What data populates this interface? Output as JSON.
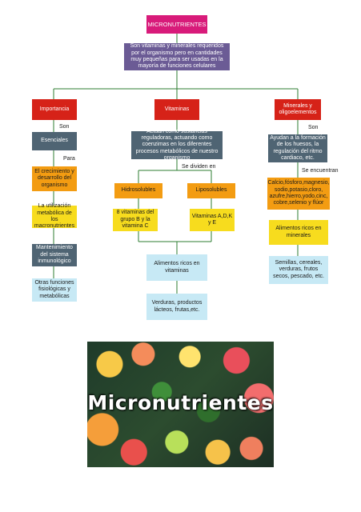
{
  "colors": {
    "magenta": "#d81b7a",
    "purple": "#6b5b95",
    "red": "#d62218",
    "slate": "#4f6473",
    "orange": "#f39c12",
    "yellow": "#f7dc1e",
    "lightblue": "#c7e9f5",
    "connector": "#2e7d32"
  },
  "root": {
    "title": "MICRONUTRIENTES"
  },
  "definition": {
    "text": "Son vitaminas y minerales requeridos por el organismo pero en cantidades muy pequeñas para ser usadas en la mayoría de funciones celulares"
  },
  "branches": {
    "importancia": {
      "title": "Importancia",
      "link_son": "Son",
      "esenciales": "Esenciales",
      "link_para": "Para",
      "items": [
        "El crecimiento y desarrollo del organismo",
        "La utilización metabólica de los macronutrientes",
        "Mantenimiento del sistema inmunológico",
        "Otras funciones fisiológicas y metabólicas"
      ]
    },
    "vitaminas": {
      "title": "Vitaminas",
      "description": "Actúan como sustancias reguladoras, actuando como coenzimas en los diferentes procesos metabólicos de nuestro organismo",
      "link_se_dividen_en": "Se dividen en",
      "hidrosolubles": "Hidrosolubles",
      "hidrosolubles_detail": "8 vitaminas del grupo B y la vitamina C",
      "liposolubles": "Liposolubles",
      "liposolubles_detail": "Vitaminas A,D,K y E",
      "alimentos": "Alimentos ricos en vitaminas",
      "ejemplos": "Verduras, productos lácteos, frutas,etc."
    },
    "minerales": {
      "title": "Minerales y oligoelementos",
      "link_son": "Son",
      "description": "Ayudan a la formación de los huesos, la regulación del ritmo cardiaco, etc.",
      "link_se_encuentran": "Se encuentran",
      "list": "Calcio,fósforo,magnesio, sodio,potasio,cloro, azufre,hierro,yodo,cinc, cobre,selenio y flúor",
      "alimentos": "Alimentos ricos en minerales",
      "ejemplos": "Semillas, cereales, verduras, frutos secos, pescado, etc."
    }
  },
  "image": {
    "caption": "Micronutrientes"
  }
}
